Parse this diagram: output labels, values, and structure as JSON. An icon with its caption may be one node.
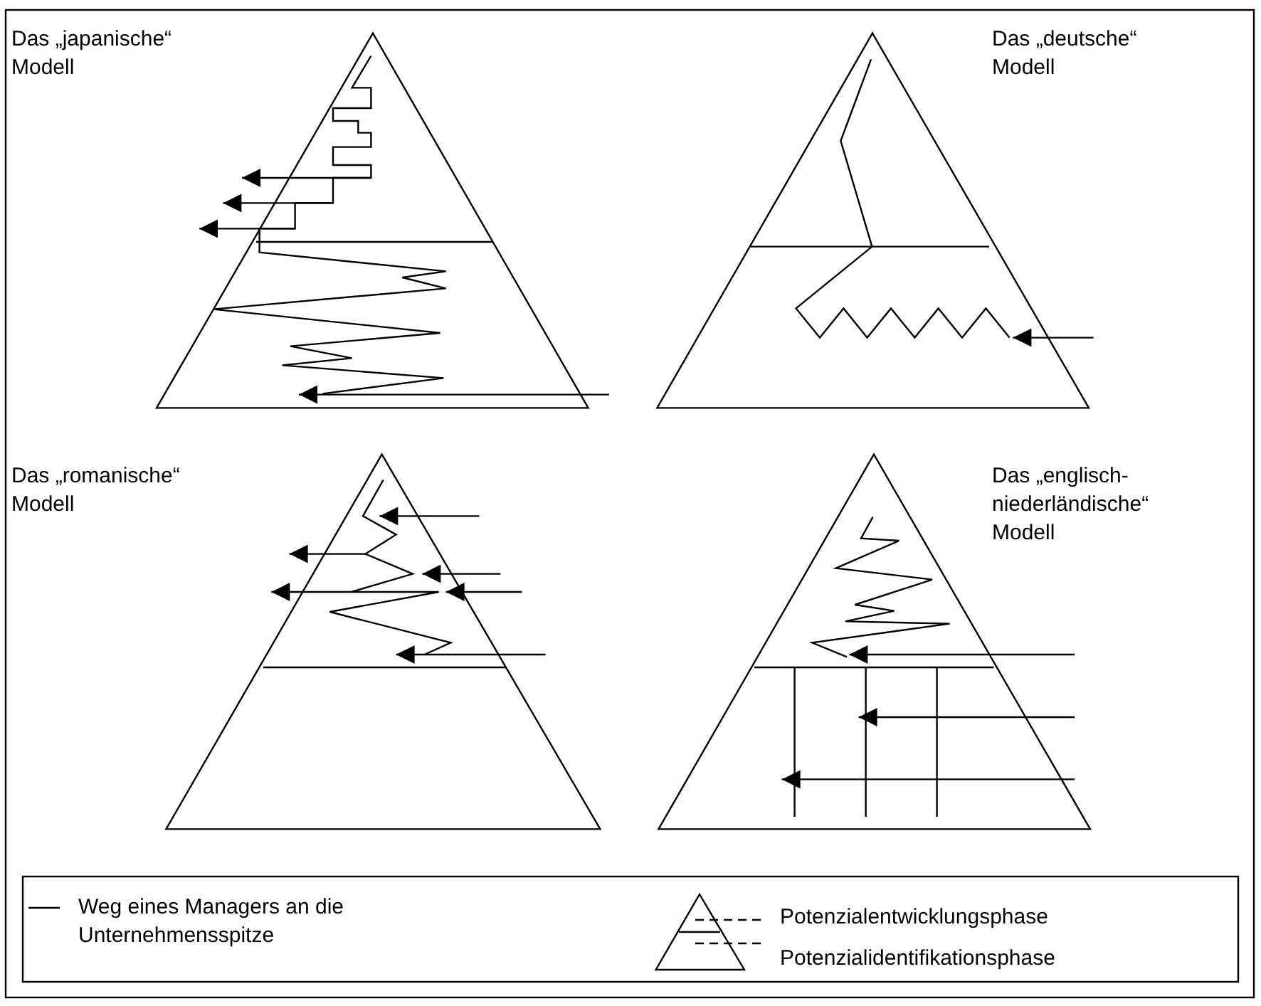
{
  "diagram": {
    "labels": [
      "Das „japanische“ Modell",
      "Das „deutsche“ Modell",
      "Das „romanische“ Modell",
      "Das „englisch-niederländische“ Modell"
    ],
    "legend": [
      {
        "text": "Weg eines Managers an die Unternehmensspitze"
      },
      {
        "text": "Potenzialentwicklungsphase"
      },
      {
        "text": "Potenzialidentifikationsphase"
      }
    ]
  }
}
